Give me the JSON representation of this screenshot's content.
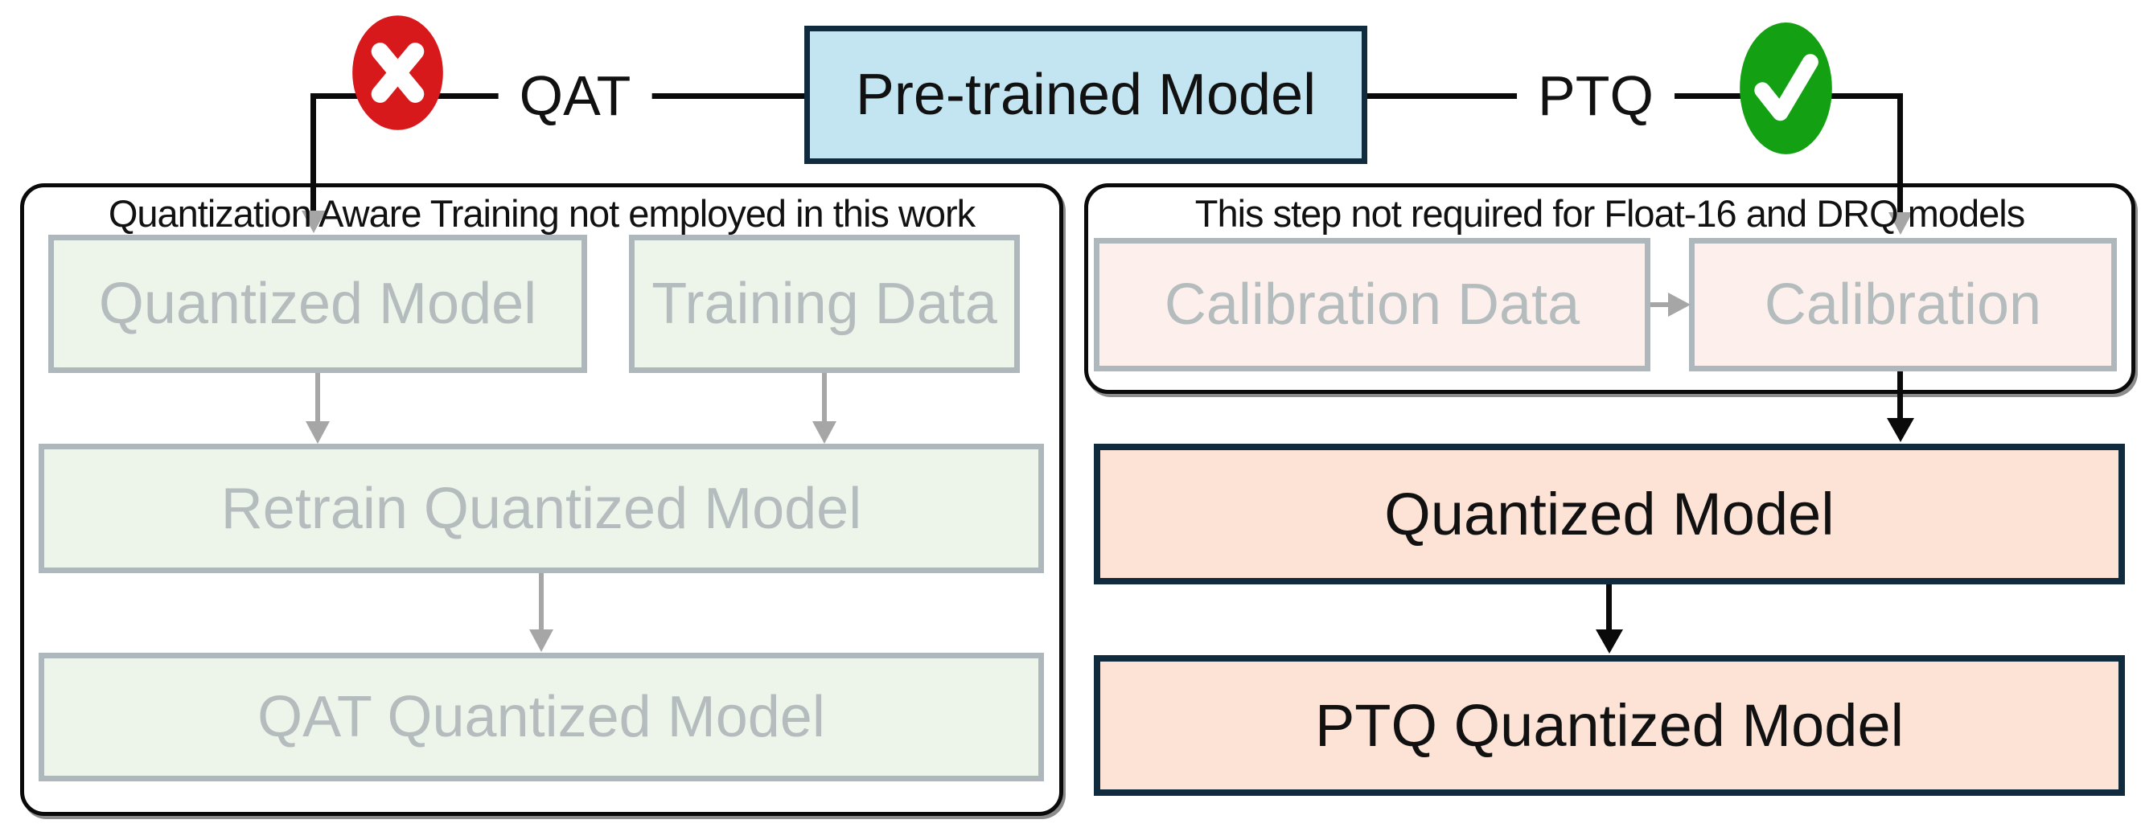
{
  "flow": {
    "pretrained_label": "Pre-trained Model",
    "qat_branch_label": "QAT",
    "ptq_branch_label": "PTQ"
  },
  "qat_panel": {
    "caption": "Quantization Aware Training not employed in this work",
    "quantized_model_label": "Quantized Model",
    "training_data_label": "Training Data",
    "retrain_label": "Retrain Quantized Model",
    "result_label": "QAT Quantized Model"
  },
  "ptq_panel": {
    "caption": "This step not required for Float-16 and DRQ models",
    "calibration_data_label": "Calibration Data",
    "calibration_label": "Calibration"
  },
  "ptq_flow": {
    "quantized_model_label": "Quantized Model",
    "result_label": "PTQ Quantized Model"
  },
  "icons": {
    "qat_status": "cross-mark",
    "ptq_status": "check-mark"
  },
  "colors": {
    "pretrained_fill": "#c3e5f2",
    "dark_border": "#0f2b3d",
    "ptq_solid_fill": "#fce3d6",
    "qat_faded_fill": "#edf4ea",
    "ptq_faded_fill": "#fdf0ec",
    "faded_border": "#aeb8bc",
    "faded_text": "#b5bcbe",
    "cross_red": "#d7191c",
    "check_green": "#13a113",
    "gray_connector": "#a6a6a6",
    "black_connector": "#0a0a0a"
  }
}
